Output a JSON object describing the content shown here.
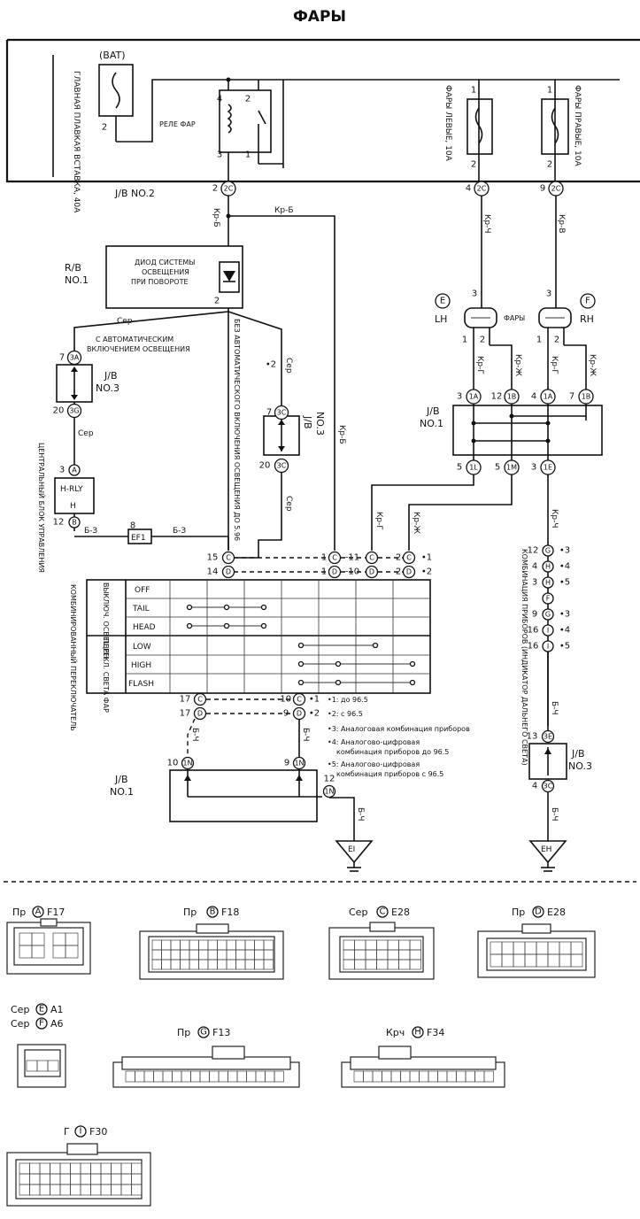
{
  "title": "ФАРЫ",
  "junction_blocks": {
    "jb2": "J/B NO.2",
    "jb3": "J/B",
    "jb3_no": "NO.3",
    "jb3b": "J/B",
    "jb3b_no": "NO.3",
    "jb1": "J/B",
    "jb1_no": "NO.1",
    "jb1b": "J/B",
    "jb1b_no": "NO.1",
    "jb3c": "J/B",
    "jb3c_no": "NO.3",
    "rb": "R/B",
    "rb_no": "NO.1"
  },
  "components": {
    "bat": "(BAT)",
    "main_fuse": "ГЛАВНАЯ ПЛАВКАЯ ВСТАВКА, 40А",
    "relay": "РЕЛЕ ФАР",
    "fuse_left": "ФАРЫ ЛЕВЫЕ, 10А",
    "fuse_right": "ФАРЫ ПРАВЫЕ, 10А",
    "diode_l1": "ДИОД СИСТЕМЫ",
    "diode_l2": "ОСВЕЩЕНИЯ",
    "diode_l3": "ПРИ ПОВОРОТЕ",
    "auto_l1": "С АВТОМАТИЧЕСКИМ",
    "auto_l2": "ВКЛЮЧЕНИЕМ ОСВЕЩЕНИЯ",
    "no_auto": "БЕЗ АВТОМАТИЧЕСКОГО ВКЛЮЧЕНИЯ ОСВЕЩЕНИЯ ДО 5.96",
    "cpu": "ЦЕНТРАЛЬНЫЙ БЛОК УПРАВЛЕНИЯ",
    "hrly": "H-RLY",
    "h": "H",
    "ef1": "EF1",
    "headlights": "ФАРЫ",
    "lh": "LH",
    "rh": "RH",
    "e_tag": "E",
    "f_tag": "F",
    "combo_switch": "КОМБИНИРОВАННЫЙ ПЕРЕКЛЮЧАТЕЛЬ",
    "sw_light": "ВЫКЛЮЧ. ОСВЕЩЕН.",
    "sw_beam": "ПЕРЕКЛ. СВЕТА ФАР",
    "gauge": "КОМБИНАЦИЯ ПРИБОРОВ (ИНДИКАТОР ДАЛЬНЕГО СВЕТА)",
    "ground1": "EI",
    "ground2": "EH"
  },
  "switch_rows": [
    "OFF",
    "TAIL",
    "HEAD",
    "LOW",
    "HIGH",
    "FLASH"
  ],
  "wires": {
    "kr_b": "Кр-Б",
    "kr_ch": "Кр-Ч",
    "kr_v": "Кр-В",
    "kr_g": "Кр-Г",
    "kr_zh": "Кр-Ж",
    "ser": "Сер",
    "b_z": "Б-З",
    "b_ch": "Б-Ч"
  },
  "pins": {
    "jb2_2": "2",
    "jb2_2c": "2C",
    "fl_4": "4",
    "fl_2c": "2C",
    "fr_9": "9",
    "fr_2c": "2C",
    "r4": "4",
    "r2": "2",
    "r3": "3",
    "r1": "1",
    "f1": "1",
    "f2": "2",
    "fr1": "1",
    "fr2": "2",
    "bat2": "2",
    "rb2": "2",
    "p7": "7",
    "p3a": "3A",
    "p20": "20",
    "p3g": "3G",
    "p3": "3",
    "pA": "A",
    "p12": "12",
    "pB": "B",
    "p8": "8",
    "p7b": "7",
    "p3c": "3C",
    "p20b": "20",
    "p3cb": "3C",
    "star2": "•2",
    "e3": "3",
    "e1": "1",
    "e2": "2",
    "f3": "3",
    "f1b": "1",
    "f2b": "2",
    "a3": "3",
    "a1a": "1A",
    "a12": "12",
    "a1b": "1B",
    "a4": "4",
    "a1a2": "1A",
    "a7": "7",
    "a1b2": "1B",
    "b5": "5",
    "b1l": "1L",
    "b5b": "5",
    "b1m": "1M",
    "b3": "3",
    "b1e": "1E",
    "s15": "15",
    "sC": "C",
    "s14": "14",
    "sD": "D",
    "d1": "1",
    "dC": "C",
    "d11": "-11",
    "dC2": "C",
    "d2": "2",
    "dC3": "C",
    "dn1": "•1",
    "e1b": "1",
    "eD": "D",
    "e10": "-10",
    "eD2": "D",
    "e2b": "2",
    "eD3": "D",
    "en2": "•2",
    "g12": "12",
    "gG": "G",
    "gn3": "•3",
    "g4": "4",
    "gH": "H",
    "gn4": "•4",
    "g3": "3",
    "gH2": "H",
    "gn5": "•5",
    "gF": "F",
    "g9": "9",
    "gG2": "G",
    "gn3b": "•3",
    "g16": "16",
    "gI": "I",
    "gn4b": "•4",
    "g16b": "16",
    "gI2": "I",
    "gn5b": "•5",
    "l17": "17",
    "lC": "C",
    "l10": "-10",
    "lC2": "C",
    "ln1": "•1",
    "l17b": "17",
    "lD": "D",
    "l9": "9",
    "lD2": "D",
    "ln2": "•2",
    "j10": "10",
    "j1n": "1N",
    "j9": "9",
    "j1n2": "1N",
    "j12": "12",
    "j1n3": "1N",
    "k13": "13",
    "k3e": "3E",
    "k4": "4",
    "k3c": "3C"
  },
  "notes": {
    "n1": "•1: до 96.5",
    "n2": "•2: с 96.5",
    "n3": "•3: Аналоговая комбинация приборов",
    "n4a": "•4: Аналогово-цифровая",
    "n4b": "комбинация приборов до 96.5",
    "n5a": "•5: Аналогово-цифровая",
    "n5b": "комбинация приборов с 96.5"
  },
  "connectors": [
    {
      "color": "Пр",
      "letter": "A",
      "code": "F17"
    },
    {
      "color": "Пр",
      "letter": "B",
      "code": "F18"
    },
    {
      "color": "Сер",
      "letter": "C",
      "code": "E28"
    },
    {
      "color": "Пр",
      "letter": "D",
      "code": "E28"
    },
    {
      "color": "Сер",
      "letter": "E",
      "code": "A1"
    },
    {
      "color": "Сер",
      "letter": "F",
      "code": "A6"
    },
    {
      "color": "Пр",
      "letter": "G",
      "code": "F13"
    },
    {
      "color": "Крч",
      "letter": "H",
      "code": "F34"
    },
    {
      "color": "Г",
      "letter": "I",
      "code": "F30"
    }
  ]
}
